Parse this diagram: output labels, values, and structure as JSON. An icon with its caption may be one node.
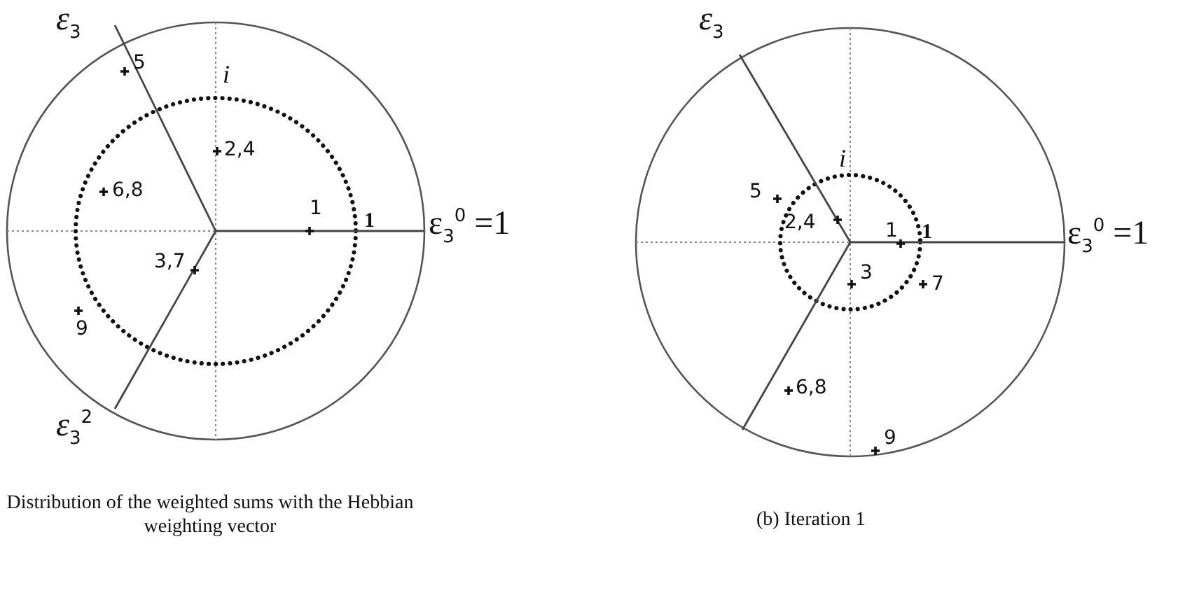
{
  "diagram": {
    "labels": [
      "ε$_{3}$",
      "5",
      "i",
      "2,4",
      "6,8",
      "1",
      "1",
      "3,7",
      "9",
      "ε$_{3}$$^{2}$",
      "ε$_{3}$$^{0}$ =1",
      "ε$_{3}$",
      "i",
      "5",
      "2,4",
      "1",
      "1",
      "3",
      "7",
      "6,8",
      "9",
      "ε$_{3}$$^{0}$ =1",
      "Distribution of the weighted sums with the Hebbian weighting vector",
      "(b) Iteration 1"
    ]
  }
}
